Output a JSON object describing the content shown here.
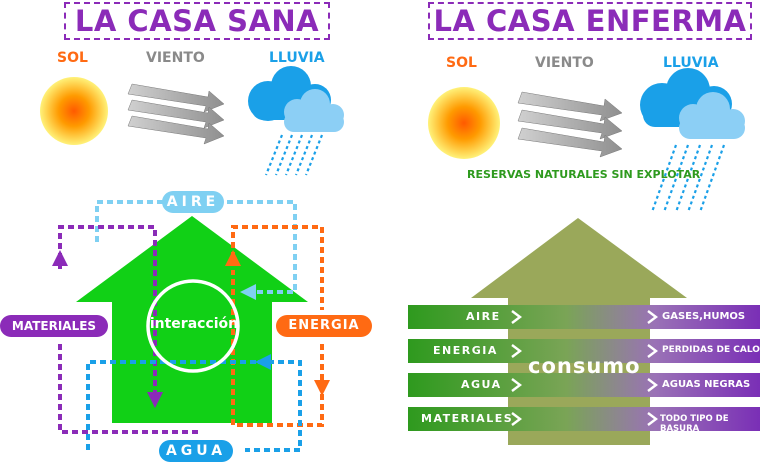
{
  "left": {
    "title": "LA CASA SANA",
    "weather": {
      "sun": "SOL",
      "wind": "VIENTO",
      "rain": "LLUVIA"
    },
    "flows": {
      "top": "AIRE",
      "bottom": "AGUA",
      "left": "MATERIALES",
      "right": "ENERGIA"
    },
    "center": "interacción"
  },
  "right": {
    "title": "LA CASA ENFERMA",
    "weather": {
      "sun": "SOL",
      "wind": "VIENTO",
      "rain": "LLUVIA"
    },
    "reserves": "RESERVAS NATURALES SIN EXPLOTAR",
    "center": "consumo",
    "rows": [
      {
        "input": "AIRE",
        "output": "GASES,HUMOS"
      },
      {
        "input": "ENERGIA",
        "output": "PERDIDAS DE CALOR"
      },
      {
        "input": "AGUA",
        "output": "AGUAS NEGRAS"
      },
      {
        "input": "MATERIALES",
        "output": "TODO TIPO DE BASURA"
      }
    ]
  },
  "colors": {
    "purple": "#8b2bb8",
    "orange": "#ff6a13",
    "gray": "#8a8a8a",
    "sky": "#1aa0e8",
    "green": "#11d016",
    "olive": "#9aa85a"
  }
}
